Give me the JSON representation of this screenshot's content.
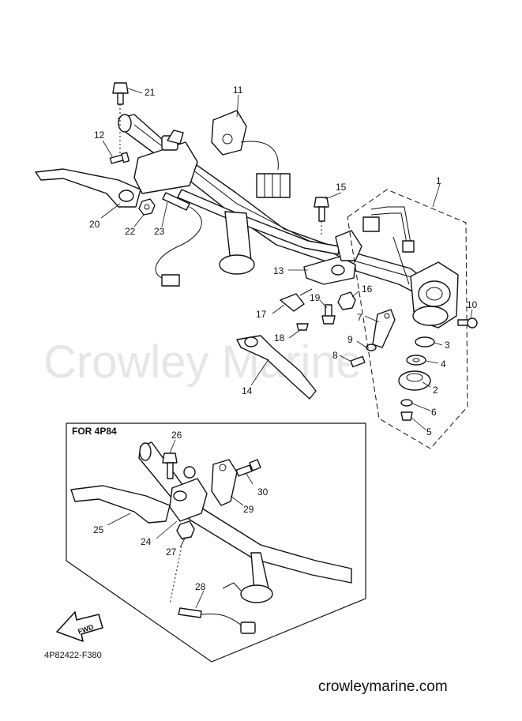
{
  "watermark": "Crowley Marine",
  "inset_title": "FOR 4P84",
  "fwd_label": "FWD",
  "diagram_code": "4P82422-F380",
  "footer_url": "crowleymarine.com",
  "callouts": [
    "1",
    "2",
    "3",
    "4",
    "5",
    "6",
    "7",
    "8",
    "9",
    "10",
    "11",
    "12",
    "13",
    "14",
    "15",
    "16",
    "17",
    "18",
    "19",
    "20",
    "21",
    "22",
    "23",
    "24",
    "25",
    "26",
    "27",
    "28",
    "29",
    "30"
  ]
}
